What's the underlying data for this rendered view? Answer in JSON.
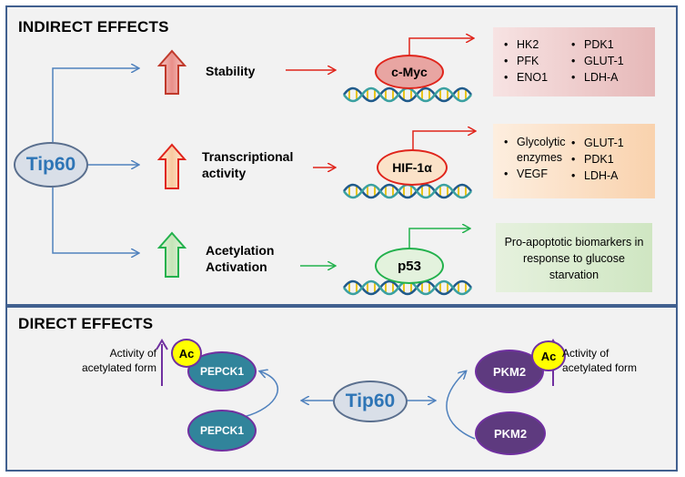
{
  "indirect": {
    "title": "INDIRECT EFFECTS",
    "tip60": "Tip60",
    "rows": [
      {
        "label": "Stability",
        "target": "c-Myc",
        "markers_col1": [
          "HK2",
          "PFK",
          "ENO1"
        ],
        "markers_col2": [
          "PDK1",
          "GLUT-1",
          "LDH-A"
        ]
      },
      {
        "label_line1": "Transcriptional",
        "label_line2": "activity",
        "target": "HIF-1α",
        "markers_col1": [
          "Glycolytic enzymes",
          "VEGF"
        ],
        "markers_col2": [
          "GLUT-1",
          "PDK1",
          "LDH-A"
        ]
      },
      {
        "label_line1": "Acetylation",
        "label_line2": "Activation",
        "target": "p53",
        "outcome": "Pro-apoptotic biomarkers in response to glucose starvation"
      }
    ]
  },
  "direct": {
    "title": "DIRECT EFFECTS",
    "tip60": "Tip60",
    "ac": "Ac",
    "pepck1": "PEPCK1",
    "pkm2": "PKM2",
    "activity_line1": "Activity of",
    "activity_line2": "acetylated form"
  },
  "colors": {
    "panel_border": "#41608f",
    "panel_bg": "#f2f2f2",
    "tip60_text": "#2e75b6",
    "blue_arrow": "#4f81bd",
    "red": "#e0241b",
    "green": "#22b14c",
    "purple": "#7030a0",
    "teal": "#31849b",
    "ac_yellow": "#ffff00"
  }
}
